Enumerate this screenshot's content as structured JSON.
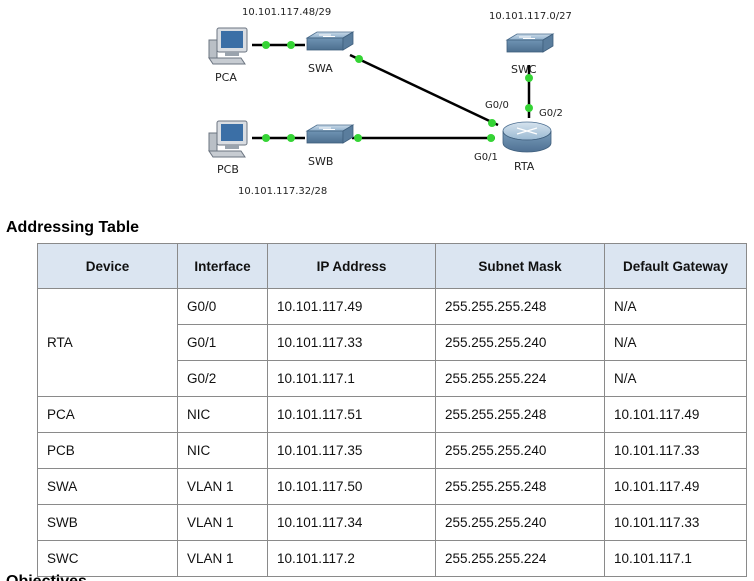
{
  "topology": {
    "subnets": {
      "swa_subnet": "10.101.117.48/29",
      "swb_subnet": "10.101.117.32/28",
      "swc_subnet": "10.101.117.0/27"
    },
    "devices": {
      "pca": "PCA",
      "pcb": "PCB",
      "swa": "SWA",
      "swb": "SWB",
      "swc": "SWC",
      "rta": "RTA"
    },
    "ports": {
      "g00": "G0/0",
      "g01": "G0/1",
      "g02": "G0/2"
    },
    "colors": {
      "link": "#000000",
      "link_up_dot": "#2ecc2e",
      "switch_body": "#7fa3c2",
      "router_body": "#8aaec9"
    }
  },
  "addressing": {
    "heading": "Addressing Table",
    "headers": [
      "Device",
      "Interface",
      "IP Address",
      "Subnet Mask",
      "Default Gateway"
    ],
    "rta_device": "RTA",
    "rta_rows": [
      {
        "interface": "G0/0",
        "ip": "10.101.117.49",
        "mask": "255.255.255.248",
        "gateway": "N/A"
      },
      {
        "interface": "G0/1",
        "ip": "10.101.117.33",
        "mask": "255.255.255.240",
        "gateway": "N/A"
      },
      {
        "interface": "G0/2",
        "ip": "10.101.117.1",
        "mask": "255.255.255.224",
        "gateway": "N/A"
      }
    ],
    "rows": [
      {
        "device": "PCA",
        "interface": "NIC",
        "ip": "10.101.117.51",
        "mask": "255.255.255.248",
        "gateway": "10.101.117.49"
      },
      {
        "device": "PCB",
        "interface": "NIC",
        "ip": "10.101.117.35",
        "mask": "255.255.255.240",
        "gateway": "10.101.117.33"
      },
      {
        "device": "SWA",
        "interface": "VLAN 1",
        "ip": "10.101.117.50",
        "mask": "255.255.255.248",
        "gateway": "10.101.117.49"
      },
      {
        "device": "SWB",
        "interface": "VLAN 1",
        "ip": "10.101.117.34",
        "mask": "255.255.255.240",
        "gateway": "10.101.117.33"
      },
      {
        "device": "SWC",
        "interface": "VLAN 1",
        "ip": "10.101.117.2",
        "mask": "255.255.255.224",
        "gateway": "10.101.117.1"
      }
    ]
  },
  "next_section": {
    "heading_partial": "Objectives"
  }
}
